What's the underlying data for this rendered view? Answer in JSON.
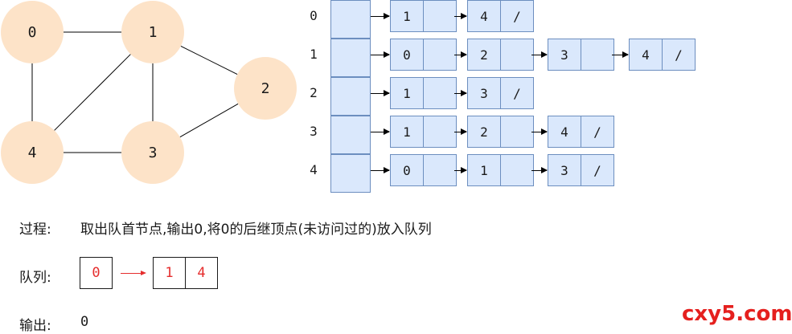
{
  "colors": {
    "node_fill": "#fde3c8",
    "list_fill": "#dae8fc",
    "list_border": "#6c8ebf",
    "highlight": "#e52d2d"
  },
  "graph": {
    "nodes": [
      {
        "id": "0",
        "label": "0"
      },
      {
        "id": "1",
        "label": "1"
      },
      {
        "id": "2",
        "label": "2"
      },
      {
        "id": "3",
        "label": "3"
      },
      {
        "id": "4",
        "label": "4"
      }
    ],
    "edges": [
      [
        "0",
        "1"
      ],
      [
        "0",
        "4"
      ],
      [
        "1",
        "2"
      ],
      [
        "1",
        "3"
      ],
      [
        "1",
        "4"
      ],
      [
        "2",
        "3"
      ],
      [
        "3",
        "4"
      ]
    ]
  },
  "adjacency": {
    "rows": [
      {
        "index": "0",
        "neighbors": [
          "1",
          "4"
        ]
      },
      {
        "index": "1",
        "neighbors": [
          "0",
          "2",
          "3",
          "4"
        ]
      },
      {
        "index": "2",
        "neighbors": [
          "1",
          "3"
        ]
      },
      {
        "index": "3",
        "neighbors": [
          "1",
          "2",
          "4"
        ]
      },
      {
        "index": "4",
        "neighbors": [
          "0",
          "1",
          "3"
        ]
      }
    ],
    "null_marker": "/"
  },
  "process": {
    "label": "过程:",
    "text": "取出队首节点,输出0,将0的后继顶点(未访问过的)放入队列"
  },
  "queue": {
    "label": "队列:",
    "dequeued": "0",
    "items": [
      "1",
      "4"
    ]
  },
  "output": {
    "label": "输出:",
    "value": "0"
  },
  "watermark": "cxy5.com"
}
